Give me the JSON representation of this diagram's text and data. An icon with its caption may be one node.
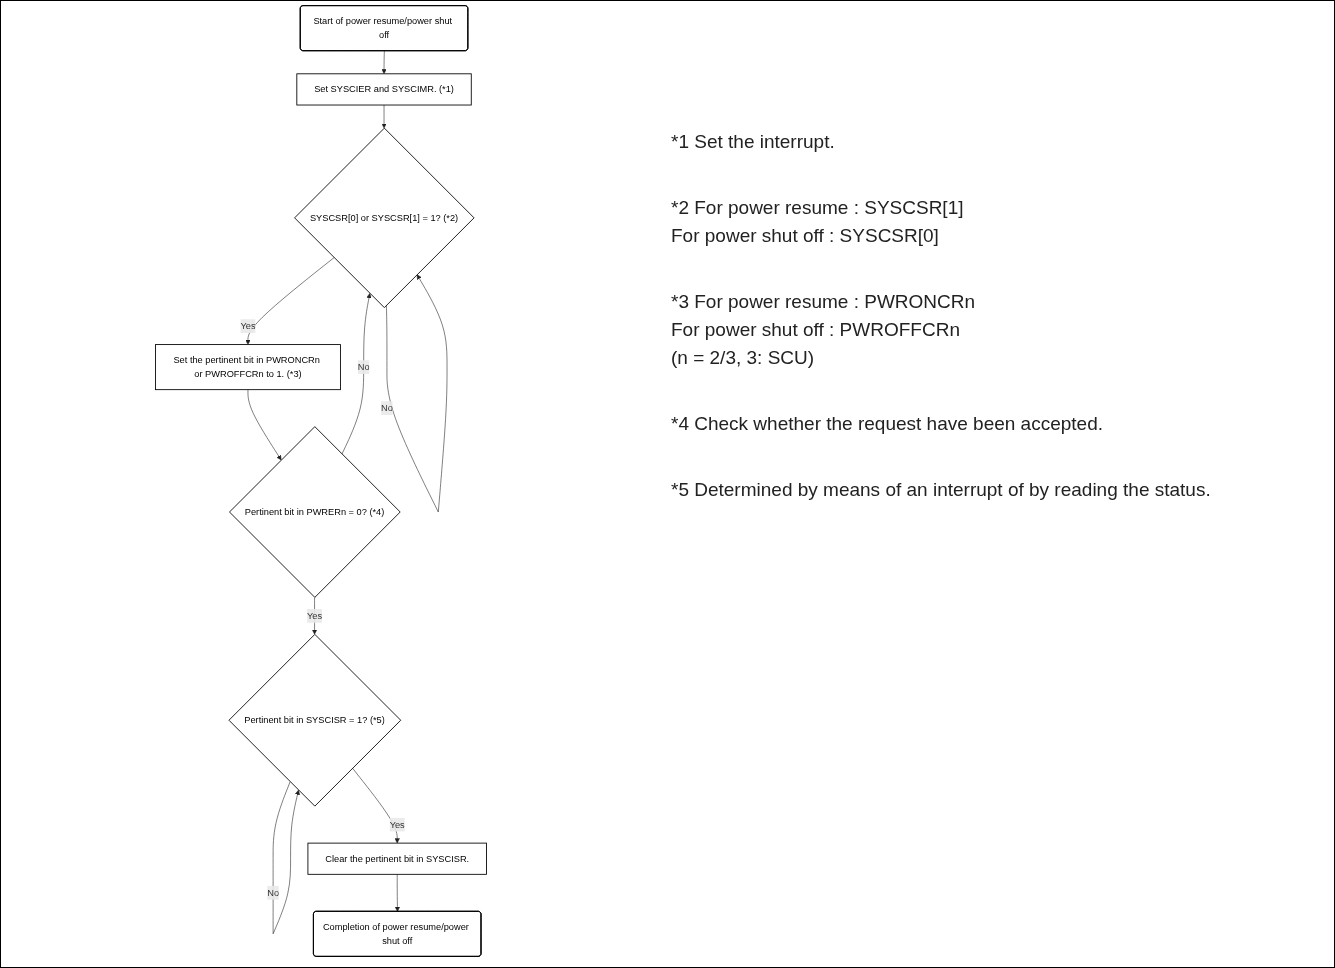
{
  "diagram": {
    "nodes": [
      {
        "text": [
          "Start of power resume/power shut off"
        ]
      },
      {
        "text": [
          "Set SYSCIER and SYSCIMR. (*1)"
        ]
      },
      {
        "text": [
          "SYSCSR[0] or SYSCSR[1] = 1? (*2)"
        ]
      },
      {
        "text": [
          "Set the pertinent bit in PWRONCRn or PWROFFCRn to 1. (*3)"
        ]
      },
      {
        "text": [
          "Pertinent bit in PWRERn = 0? (*4)"
        ]
      },
      {
        "text": [
          "Pertinent bit in SYSCISR = 1? (*5)"
        ]
      },
      {
        "text": [
          "Clear the pertinent bit in SYSCISR."
        ]
      },
      {
        "text": [
          "Completion of power resume/power shut off"
        ]
      }
    ],
    "edges": [
      {
        "from": 0,
        "to": 1,
        "arrow": "to"
      },
      {
        "from": 1,
        "to": 2,
        "arrow": "to"
      },
      {
        "from": 2,
        "to": 2,
        "label": "No",
        "arrow": "to"
      },
      {
        "from": 2,
        "to": 3,
        "label": "Yes",
        "arrow": "to"
      },
      {
        "from": 3,
        "to": 4,
        "arrow": "to"
      },
      {
        "from": 4,
        "to": 2,
        "label": "No",
        "arrow": "to"
      },
      {
        "from": 4,
        "to": 5,
        "label": "Yes",
        "arrow": "to"
      },
      {
        "from": 5,
        "to": 5,
        "label": "No",
        "arrow": "to"
      },
      {
        "from": 5,
        "to": 6,
        "label": "Yes",
        "arrow": "to"
      },
      {
        "from": 6,
        "to": 7,
        "arrow": "to"
      }
    ],
    "labels": [
      "*1 Set the interrupt.",
      "*2 For power resume : SYSCSR[1]",
      "For power shut off : SYSCSR[0]",
      "*3 For power resume : PWRONCRn",
      "For power shut off : PWROFFCRn",
      "(n = 2/3, 3: SCU)",
      "*4 Check whether the request have been accepted.",
      "*5 Determined by means of an interrupt of by reading the status."
    ]
  }
}
